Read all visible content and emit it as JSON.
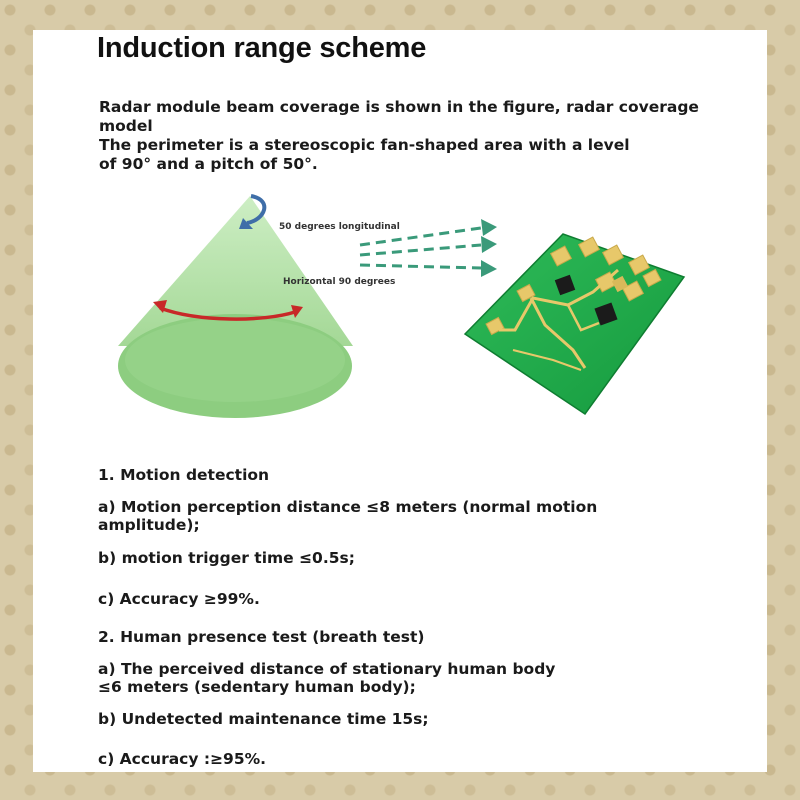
{
  "title": "Induction range scheme",
  "intro": {
    "line1": "Radar module beam coverage is shown in the figure, radar coverage",
    "line2": "model",
    "line3": "The perimeter is a stereoscopic fan-shaped area with a level",
    "line4": "of 90° and a pitch of 50°."
  },
  "figure": {
    "label_vertical": "50 degrees longitudinal",
    "label_horizontal": "Horizontal 90 degrees"
  },
  "colors": {
    "cone": "#a8dc9c",
    "cone_base": "#8ccc7e",
    "pcb": "#1ea84a",
    "pad": "#e7c86a",
    "arrow": "#3a9a7a",
    "curve_blue": "#3f6ea8",
    "curve_red": "#c82828"
  },
  "section1": {
    "heading": "1. Motion detection",
    "a": "a) Motion perception distance ≤8 meters (normal motion amplitude);",
    "b": "b) motion trigger time ≤0.5s;",
    "c": "c) Accuracy ≥99%."
  },
  "section2": {
    "heading": "2. Human presence test (breath test)",
    "a": "a) The perceived distance of stationary human body ≤6 meters (sedentary human body);",
    "b": "b) Undetected maintenance time 15s;",
    "c": "c) Accuracy :≥95%."
  }
}
